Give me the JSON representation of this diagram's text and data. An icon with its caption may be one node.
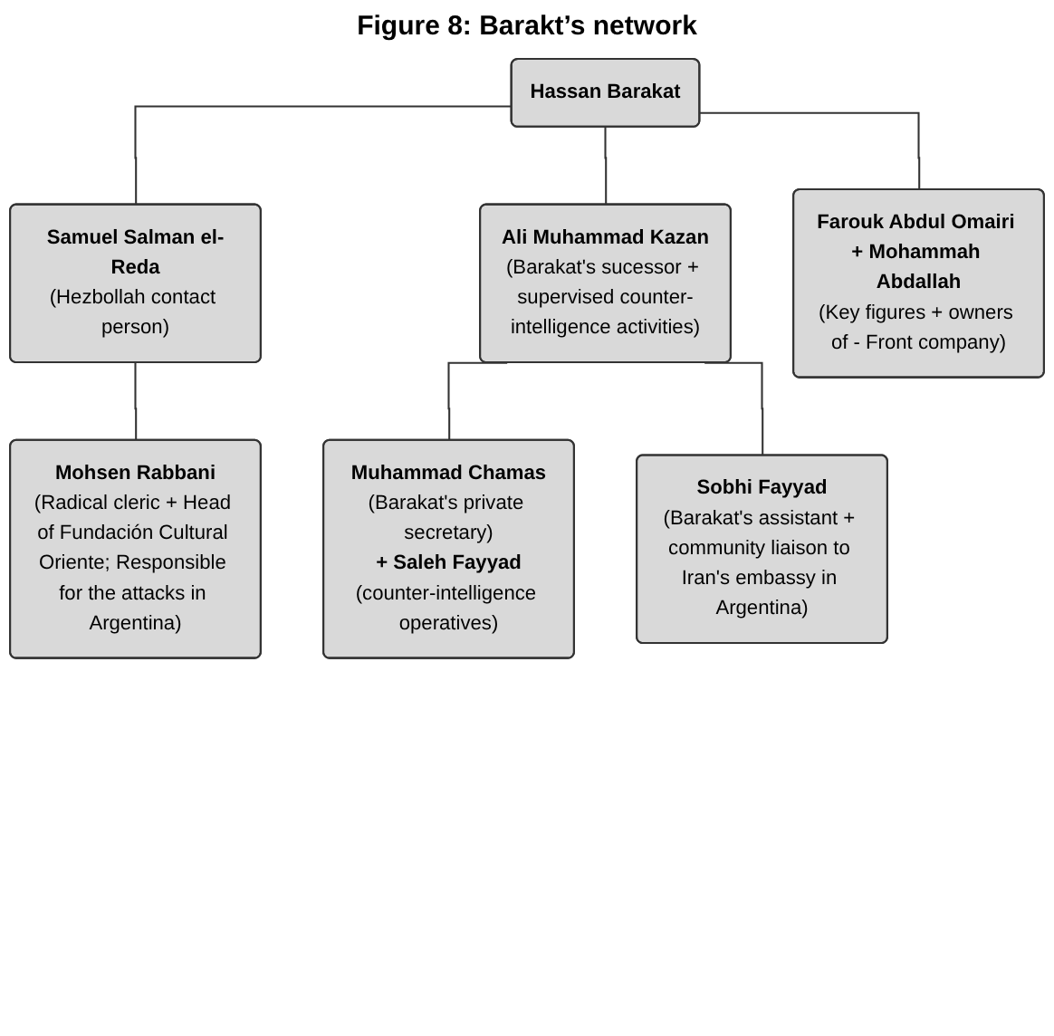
{
  "diagram": {
    "title": "Figure 8: Barakt’s network",
    "nodes": [
      {
        "text": [
          "Mohsen Rabbani",
          "(Radical cleric + Head of Fundación Cultural Oriente; Responsible for the attacks in Argentina)"
        ]
      },
      {
        "text": [
          "Hassan Barakat"
        ]
      },
      {
        "text": [
          "Samuel Salman el-Reda",
          "(Hezbollah contact person)"
        ]
      },
      {
        "text": [
          "Ali Muhammad Kazan",
          "(Barakat's sucessor + supervised counter-intelligence activities)"
        ]
      },
      {
        "text": [
          "Farouk Abdul Omairi + Mohammah Abdallah",
          "(Key figures + owners of - Front company)"
        ]
      },
      {
        "text": [
          "Muhammad Chamas",
          "(Barakat's private secretary)",
          "+ Saleh Fayyad",
          "(counter-intelligence operatives)"
        ]
      },
      {
        "text": [
          "Sobhi Fayyad",
          "(Barakat's assistant + community liaison to Iran's embassy in Argentina)"
        ]
      }
    ],
    "edges": [
      {
        "from": 1,
        "to": 2,
        "arrow": "none"
      },
      {
        "from": 2,
        "to": 0,
        "arrow": "none"
      },
      {
        "from": 1,
        "to": 3,
        "arrow": "none"
      },
      {
        "from": 1,
        "to": 4,
        "arrow": "none"
      },
      {
        "from": 3,
        "to": 5,
        "arrow": "none"
      },
      {
        "from": 3,
        "to": 6,
        "arrow": "none"
      }
    ]
  }
}
